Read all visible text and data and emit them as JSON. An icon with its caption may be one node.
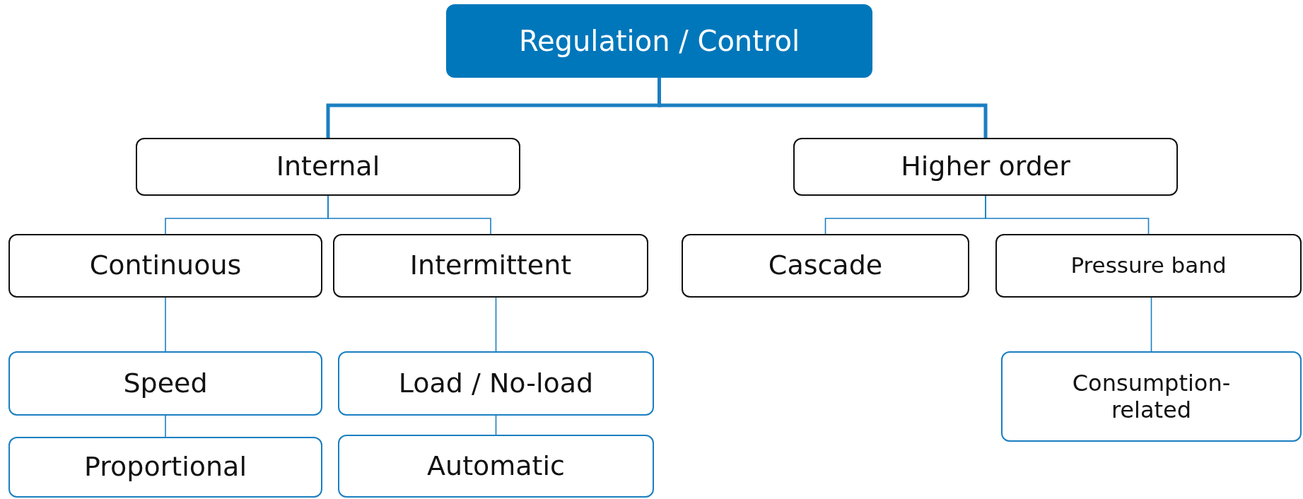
{
  "diagram": {
    "nodes": [
      {
        "text": [
          "Regulation / Control"
        ]
      },
      {
        "text": [
          "Internal"
        ]
      },
      {
        "text": [
          "Higher order"
        ]
      },
      {
        "text": [
          "Continuous"
        ]
      },
      {
        "text": [
          "Intermittent"
        ]
      },
      {
        "text": [
          "Cascade"
        ]
      },
      {
        "text": [
          "Pressure band"
        ]
      },
      {
        "text": [
          "Speed"
        ]
      },
      {
        "text": [
          "Proportional"
        ]
      },
      {
        "text": [
          "Load / No-load"
        ]
      },
      {
        "text": [
          "Automatic"
        ]
      },
      {
        "text": [
          "Consumption-related"
        ]
      }
    ],
    "edges": [
      {
        "from": 0,
        "to": 1,
        "arrow": "none",
        "style": "thick"
      },
      {
        "from": 0,
        "to": 2,
        "arrow": "none",
        "style": "thick"
      },
      {
        "from": 1,
        "to": 3,
        "arrow": "none"
      },
      {
        "from": 1,
        "to": 4,
        "arrow": "none"
      },
      {
        "from": 2,
        "to": 5,
        "arrow": "none"
      },
      {
        "from": 2,
        "to": 6,
        "arrow": "none"
      },
      {
        "from": 3,
        "to": 7,
        "arrow": "none"
      },
      {
        "from": 7,
        "to": 8,
        "arrow": "none"
      },
      {
        "from": 4,
        "to": 9,
        "arrow": "none"
      },
      {
        "from": 9,
        "to": 10,
        "arrow": "none"
      },
      {
        "from": 6,
        "to": 11,
        "arrow": "none"
      }
    ]
  }
}
